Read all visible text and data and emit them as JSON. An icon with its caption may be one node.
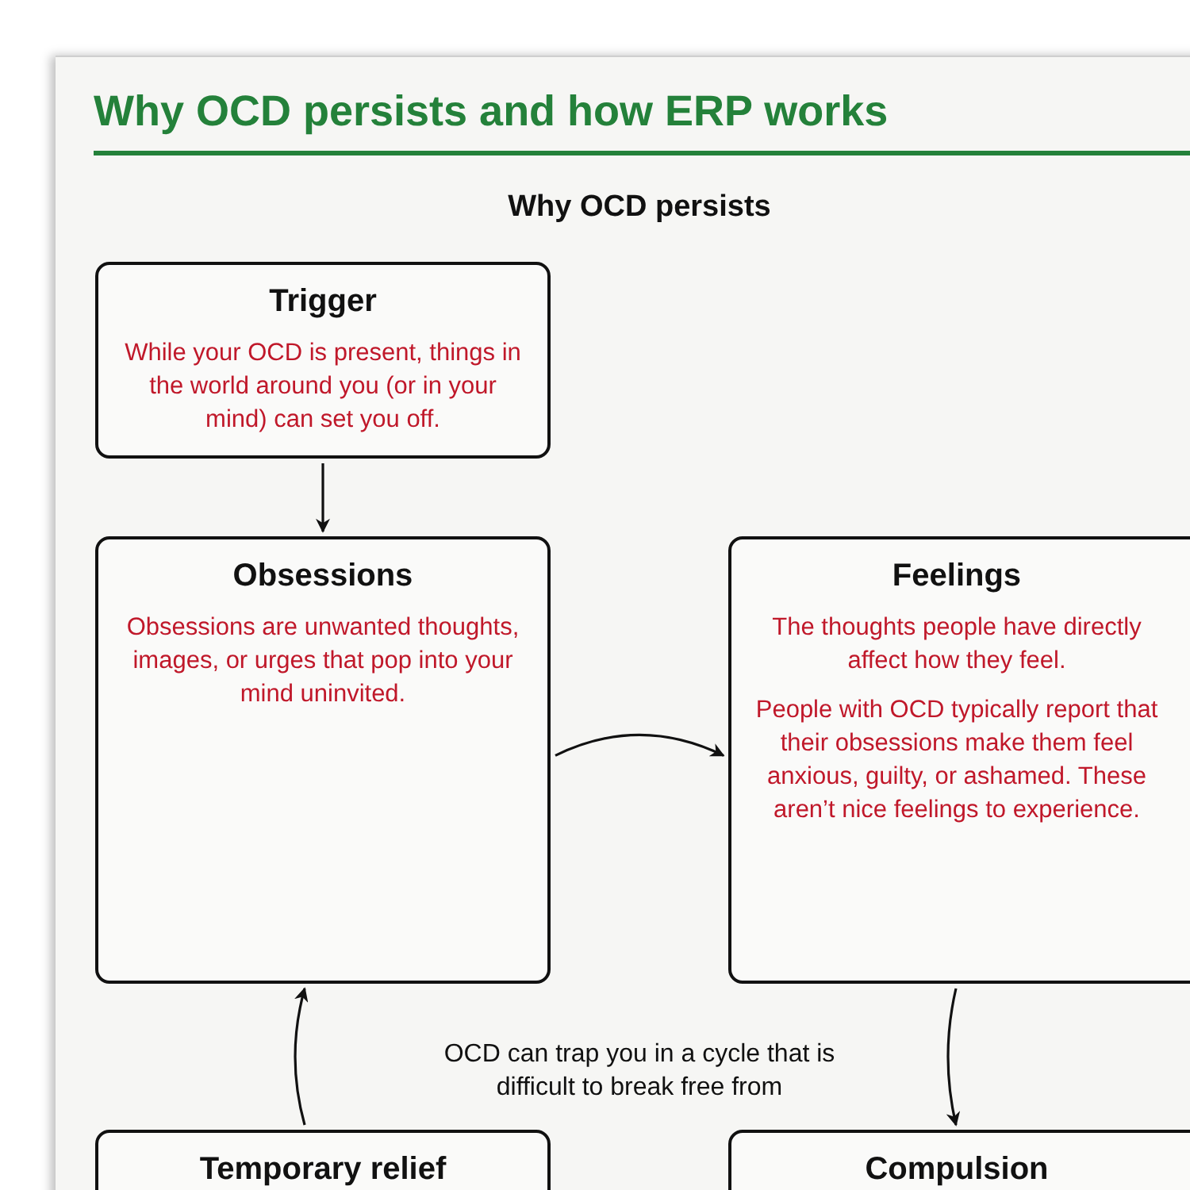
{
  "diagram": {
    "title": "Why OCD persists and how ERP works",
    "nodes": [
      {
        "text": [
          "Trigger",
          "While your OCD is present, things in the world around you (or in your mind) can set you off."
        ]
      },
      {
        "text": [
          "Obsessions",
          "Obsessions are unwanted thoughts, images, or urges that pop into your mind uninvited."
        ]
      },
      {
        "text": [
          "Feelings",
          "The thoughts people have directly affect how they feel.",
          "People with OCD typically report that their obsessions make them feel anxious, guilty, or ashamed. These aren’t nice feelings to experience."
        ]
      },
      {
        "text": [
          "Temporary relief"
        ]
      },
      {
        "text": [
          "Compulsion"
        ]
      }
    ],
    "edges": [
      {
        "from": 0,
        "to": 1,
        "arrow": "to"
      },
      {
        "from": 1,
        "to": 2,
        "arrow": "to"
      },
      {
        "from": 2,
        "to": 4,
        "arrow": "to"
      },
      {
        "from": 3,
        "to": 1,
        "arrow": "to"
      }
    ],
    "labels": [
      "Why OCD persists",
      "OCD can trap you in a cycle that is difficult to break free from"
    ]
  }
}
